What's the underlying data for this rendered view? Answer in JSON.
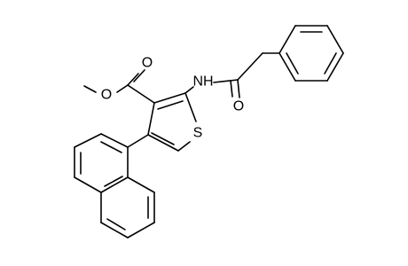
{
  "atom_labels": {
    "carbonyl_oxygen_ester": "O",
    "ether_oxygen": "O",
    "amide_nitrogen": "NH",
    "amide_oxygen": "O",
    "sulfur": "S"
  }
}
